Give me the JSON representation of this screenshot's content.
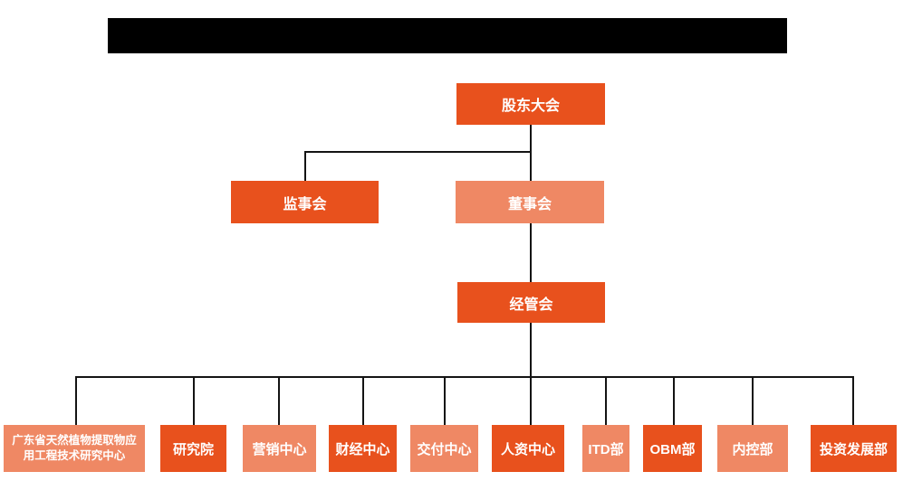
{
  "colors": {
    "page": "#ffffff",
    "primary": "#e8511d",
    "secondary": "#ef8864",
    "connector": "#141414",
    "redacted": "#000000",
    "node_text": "#ffffff"
  },
  "org_chart": {
    "root": {
      "label": "股东大会",
      "variant": "primary"
    },
    "level2": [
      {
        "label": "监事会",
        "variant": "primary"
      },
      {
        "label": "董事会",
        "variant": "secondary"
      }
    ],
    "level3": {
      "label": "经管会",
      "variant": "primary"
    },
    "departments": [
      {
        "label": "广东省天然植物提取物应用工程技术研究中心",
        "variant": "secondary"
      },
      {
        "label": "研究院",
        "variant": "primary"
      },
      {
        "label": "营销中心",
        "variant": "secondary"
      },
      {
        "label": "财经中心",
        "variant": "primary"
      },
      {
        "label": "交付中心",
        "variant": "secondary"
      },
      {
        "label": "人资中心",
        "variant": "primary"
      },
      {
        "label": "ITD部",
        "variant": "secondary"
      },
      {
        "label": "OBM部",
        "variant": "primary"
      },
      {
        "label": "内控部",
        "variant": "secondary"
      },
      {
        "label": "投资发展部",
        "variant": "primary"
      }
    ]
  }
}
